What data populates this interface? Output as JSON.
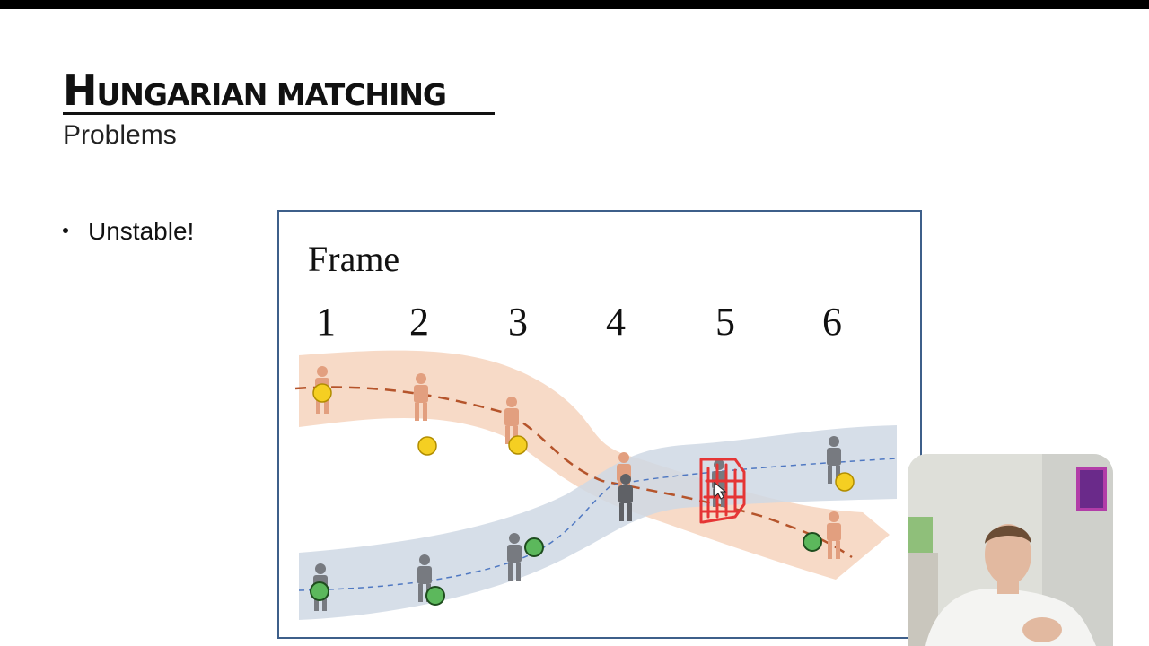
{
  "slide": {
    "title_first": "H",
    "title_rest": "UNGARIAN MATCHING",
    "subtitle": "Problems",
    "bullets": [
      "Unstable!"
    ]
  },
  "figure": {
    "label": "Frame",
    "frames": [
      "1",
      "2",
      "3",
      "4",
      "5",
      "6"
    ]
  },
  "colors": {
    "track_a": "#f6d3bd",
    "track_b": "#cfd8e4",
    "detection_a": "#f5cf22",
    "detection_b": "#5cb85c",
    "annotation": "#e53535",
    "frame_border": "#3e5f8a"
  }
}
